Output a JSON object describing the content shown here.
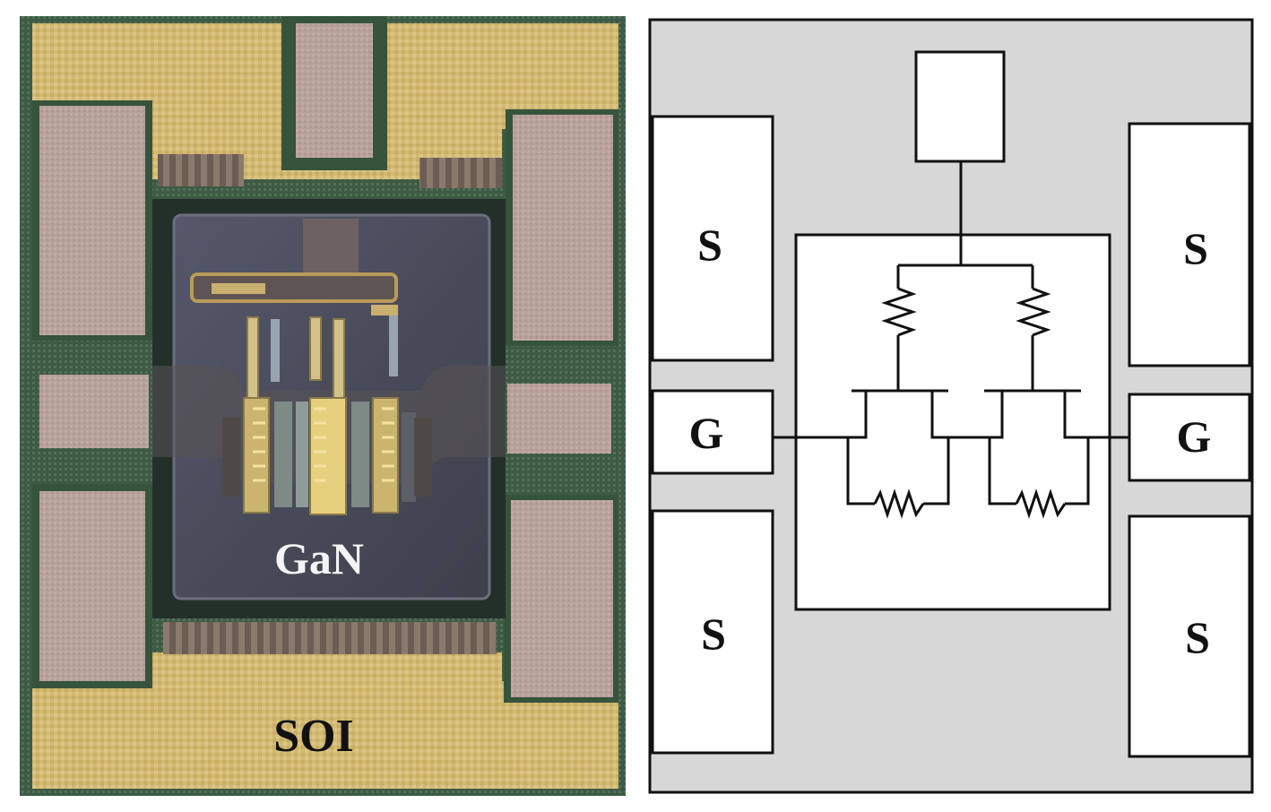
{
  "photo": {
    "gan_label": "GaN",
    "soi_label": "SOI"
  },
  "schematic": {
    "pads": {
      "top_left_source": "S",
      "top_right_source": "S",
      "left_gate": "G",
      "right_gate": "G",
      "bottom_left_source": "S",
      "bottom_right_source": "S"
    }
  },
  "colors": {
    "gold_metal": "#cfb56e",
    "pad_pink": "#b9a39b",
    "die_dark": "#484a56",
    "green_border": "#2e4a36",
    "schematic_background": "#d7d7d7",
    "schematic_line": "#111111"
  }
}
